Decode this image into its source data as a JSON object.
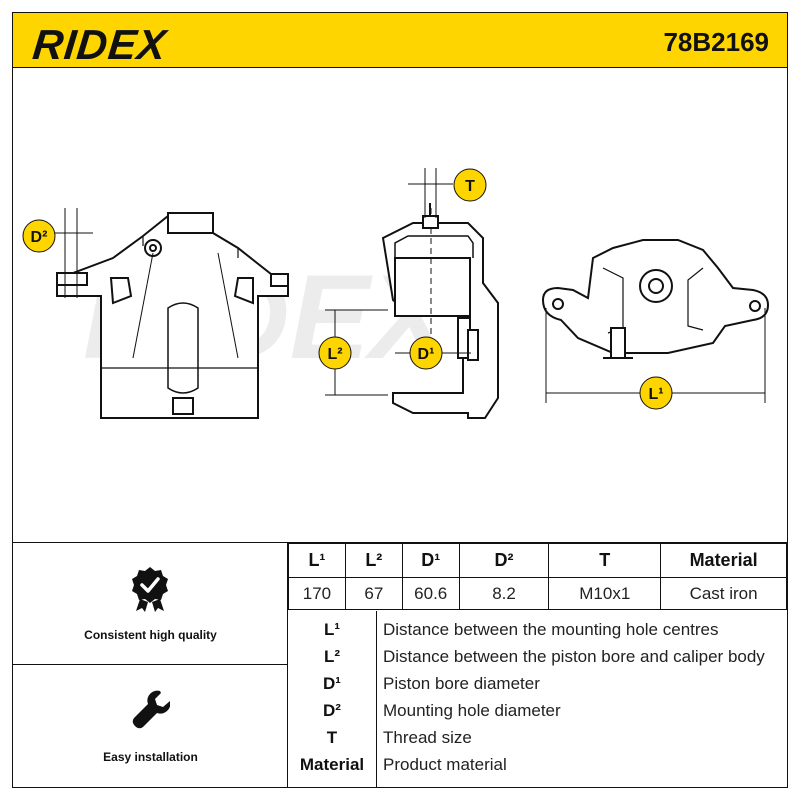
{
  "header": {
    "brand": "RIDEX",
    "part_number": "78B2169"
  },
  "drawing": {
    "watermark": "RIDEX",
    "badges": {
      "d2": "D²",
      "t": "T",
      "l2": "L²",
      "d1": "D¹",
      "l1": "L¹"
    }
  },
  "features": [
    {
      "label": "Consistent high quality",
      "icon": "quality-check-icon"
    },
    {
      "label": "Easy installation",
      "icon": "wrench-icon"
    }
  ],
  "spec_table": {
    "headers": [
      "L¹",
      "L²",
      "D¹",
      "D²",
      "T",
      "Material"
    ],
    "values": [
      "170",
      "67",
      "60.6",
      "8.2",
      "M10x1",
      "Cast iron"
    ]
  },
  "legend": [
    {
      "key": "L¹",
      "desc": "Distance between the mounting hole centres"
    },
    {
      "key": "L²",
      "desc": "Distance between the piston bore and caliper body"
    },
    {
      "key": "D¹",
      "desc": "Piston bore diameter"
    },
    {
      "key": "D²",
      "desc": "Mounting hole diameter"
    },
    {
      "key": "T",
      "desc": "Thread size"
    },
    {
      "key": "Material",
      "desc": "Product material"
    }
  ],
  "colors": {
    "brand_yellow": "#ffd500",
    "line": "#111111",
    "watermark": "#e8e8e8"
  }
}
